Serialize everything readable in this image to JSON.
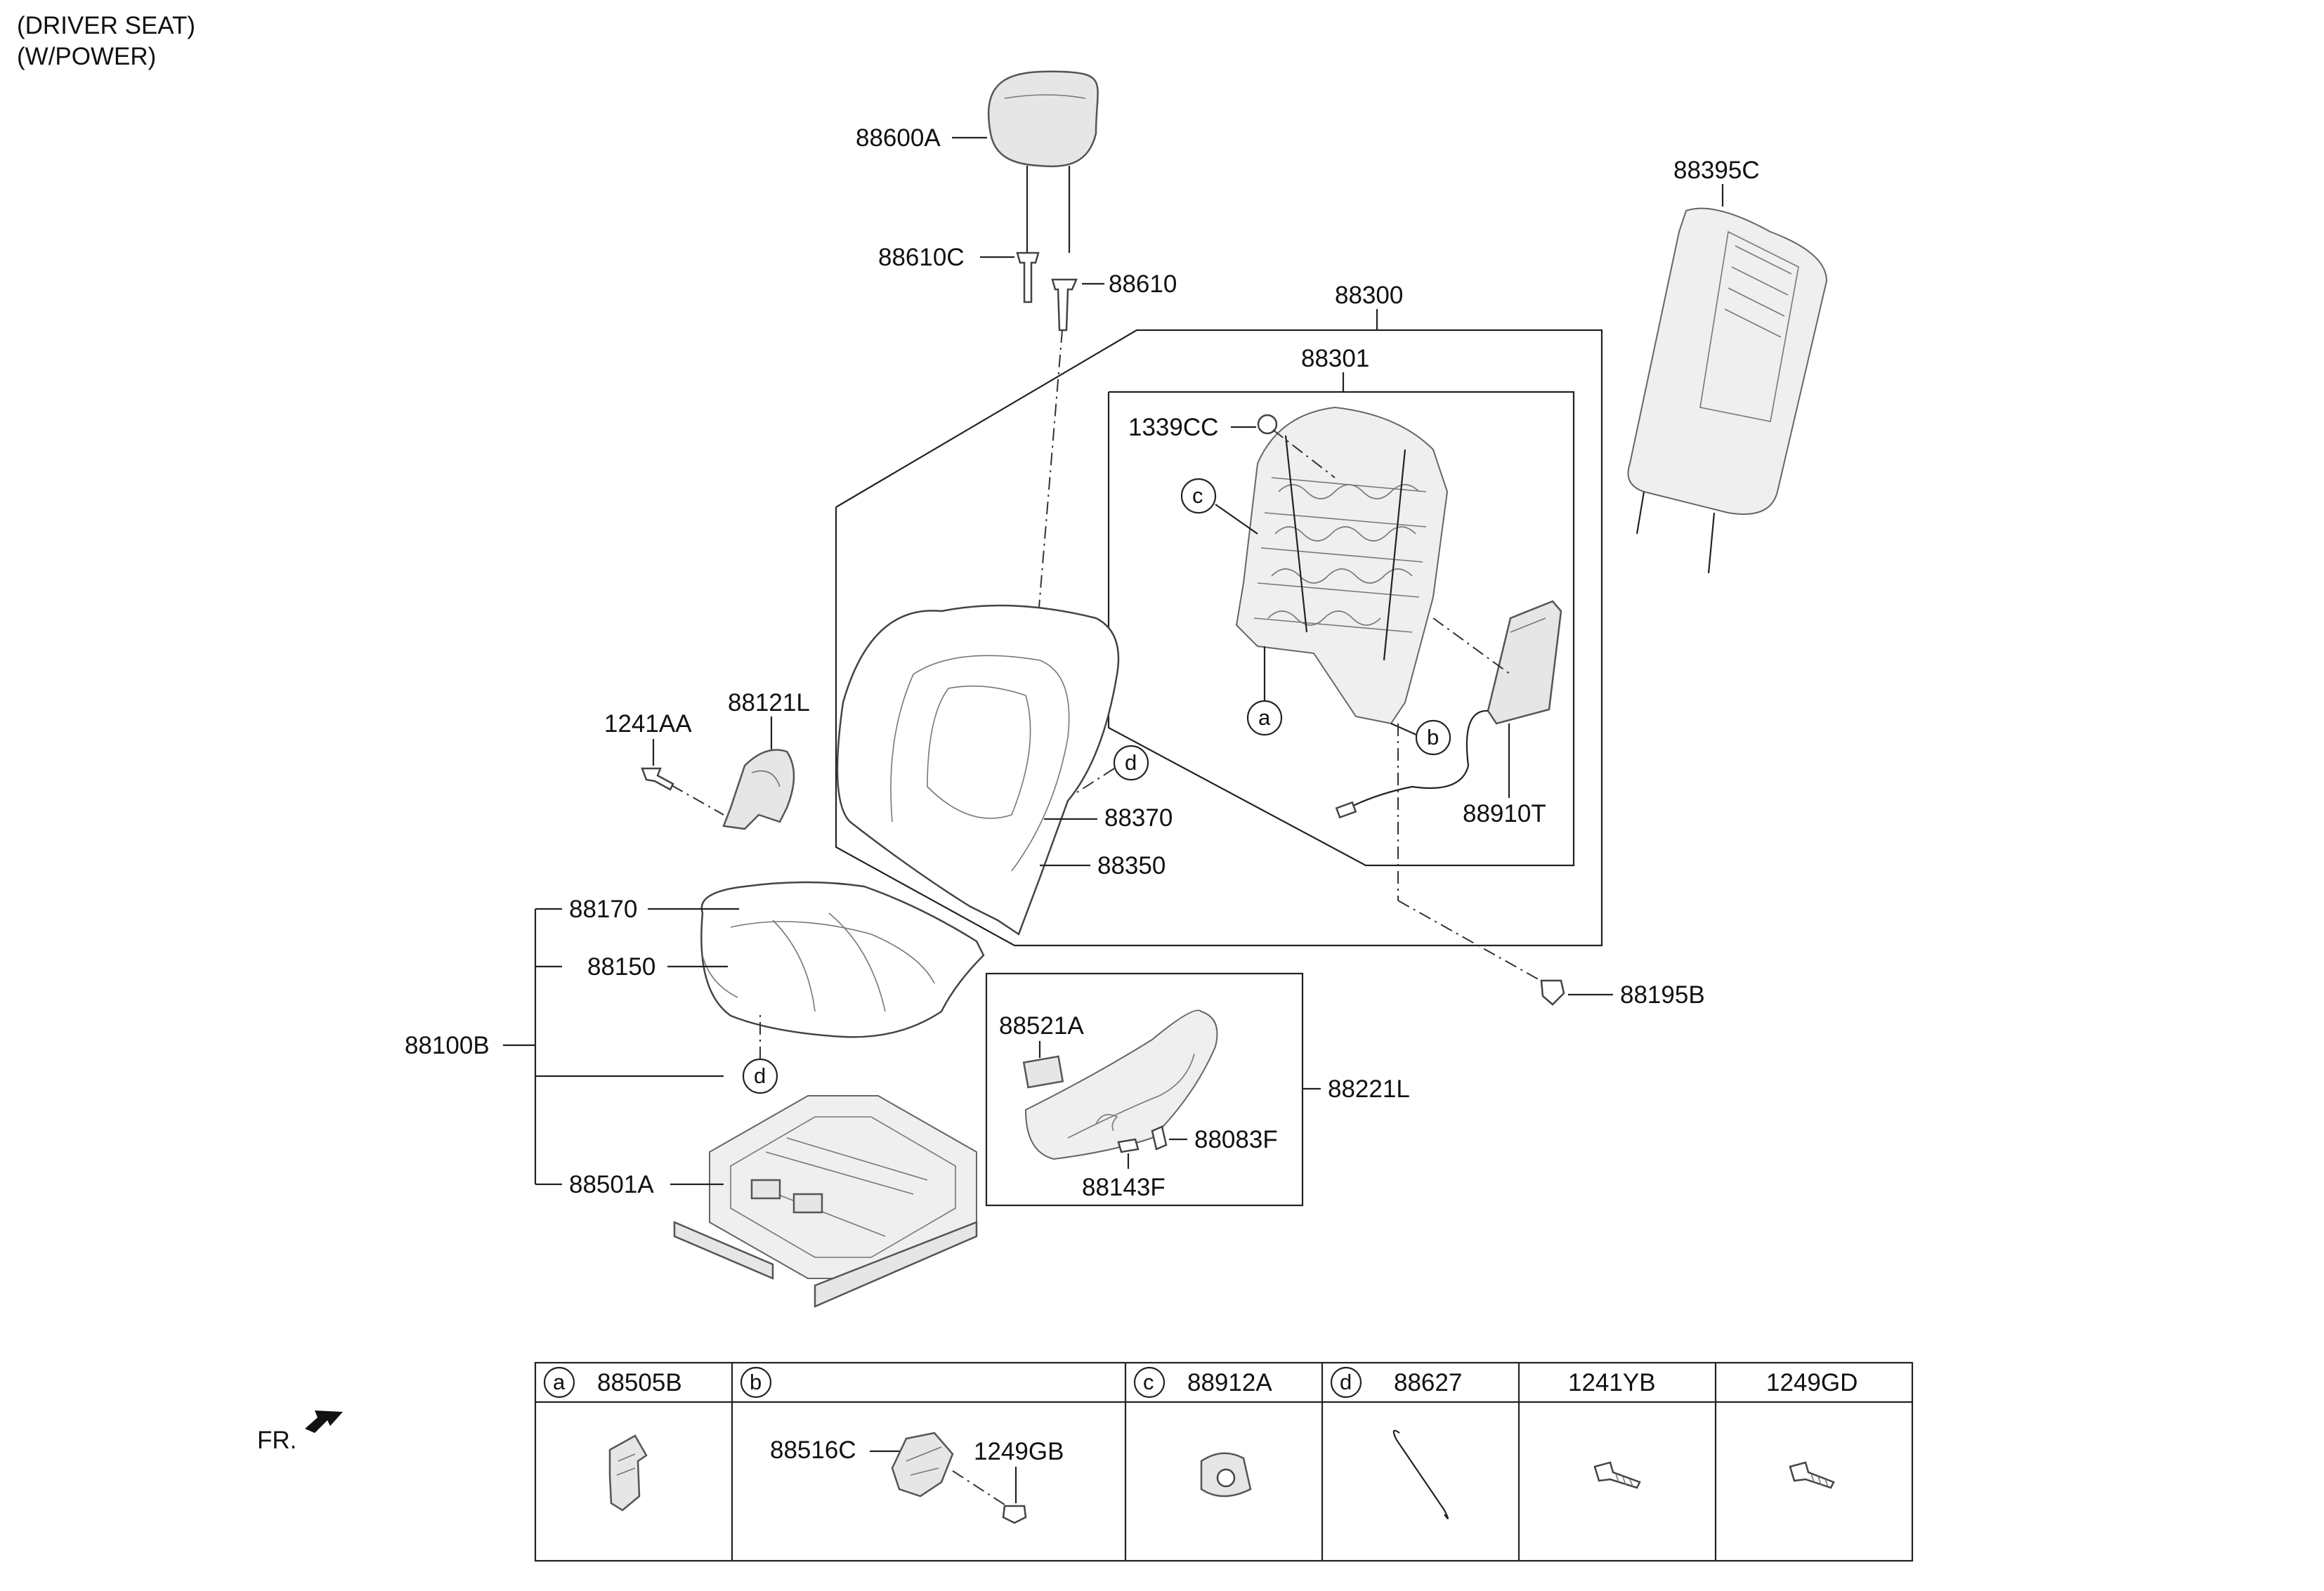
{
  "header": {
    "line1": "(DRIVER SEAT)",
    "line2": "(W/POWER)"
  },
  "orientation_label": "FR.",
  "callouts": {
    "headrest": "88600A",
    "guide_lock": "88610C",
    "guide": "88610",
    "back_assy": "88300",
    "back_frame": "88301",
    "back_board": "88395C",
    "nut": "1339CC",
    "airbag": "88910T",
    "back_covering": "88370",
    "back_pad": "88350",
    "cushion_covering": "88170",
    "cushion_pad": "88150",
    "cushion_assy": "88100B",
    "track_frame": "88501A",
    "shield_screw": "1241AA",
    "shield_inner": "88121L",
    "bolt": "88195B",
    "shield_outer": "88221L",
    "switch_assy": "88521A",
    "knob_recline": "88083F",
    "knob_slide": "88143F"
  },
  "markers": {
    "a": "a",
    "b": "b",
    "c": "c",
    "d": "d"
  },
  "legend_table": {
    "columns": [
      {
        "marker": "a",
        "part": "88505B"
      },
      {
        "marker": "b",
        "part": ""
      },
      {
        "marker": "c",
        "part": "88912A"
      },
      {
        "marker": "d",
        "part": "88627"
      },
      {
        "marker": "",
        "part": "1241YB"
      },
      {
        "marker": "",
        "part": "1249GD"
      }
    ],
    "sub_labels": {
      "b_motor": "88516C",
      "b_screw": "1249GB"
    }
  }
}
